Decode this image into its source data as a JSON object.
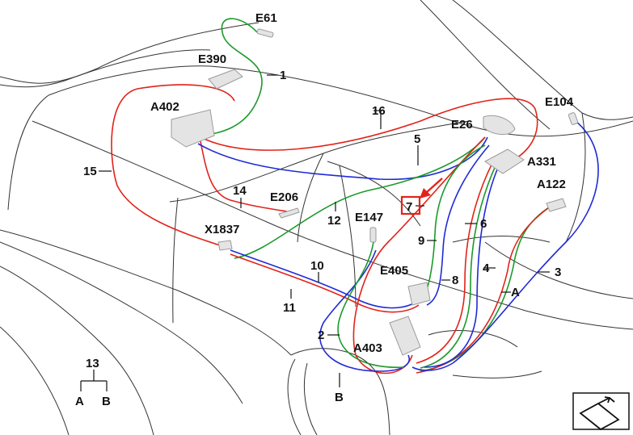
{
  "colors": {
    "red_wire": "#e2231a",
    "blue_wire": "#1f2bd6",
    "green_wire": "#1a9a2a",
    "highlight": "#e2231a"
  },
  "labels": {
    "E61": "E61",
    "E390": "E390",
    "A402": "A402",
    "E206": "E206",
    "X1837": "X1837",
    "E147": "E147",
    "E405": "E405",
    "A403": "A403",
    "E26": "E26",
    "A331": "A331",
    "E104": "E104",
    "A122": "A122",
    "n1": "1",
    "n2": "2",
    "n3": "3",
    "n4": "4",
    "n5": "5",
    "n6": "6",
    "n7": "7",
    "n8": "8",
    "n9": "9",
    "n10": "10",
    "n11": "11",
    "n12": "12",
    "n13": "13",
    "n14": "14",
    "n15": "15",
    "n16": "16",
    "A": "A",
    "B": "B",
    "legendA": "A",
    "legendB": "B"
  },
  "nav_icon": "view-arrow-icon"
}
